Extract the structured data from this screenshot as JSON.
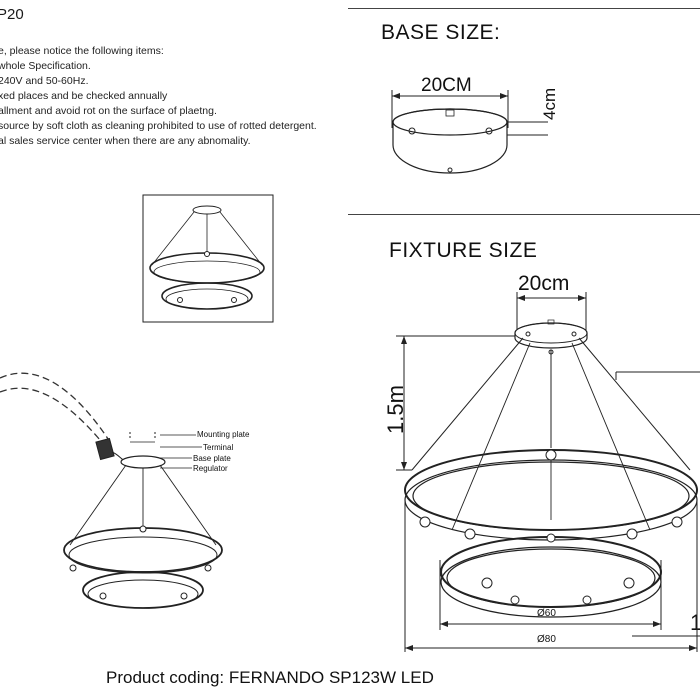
{
  "header": {
    "model_code_fragment": "P20",
    "instructions": [
      "e, please notice the following items:",
      "whole Specification.",
      "240V and 50-60Hz.",
      "xed places and be checked annually",
      "allment and avoid rot on the surface of plaetng.",
      "source by soft cloth as cleaning prohibited to use of rotted detergent.",
      "al sales service center when there are any abnomality."
    ]
  },
  "installation": {
    "labels": [
      "Mounting plate",
      "Terminal",
      "Base plate",
      "Regulator"
    ]
  },
  "base_size": {
    "heading": "BASE SIZE:",
    "width_label": "20CM",
    "height_label": "4cm"
  },
  "fixture_size": {
    "heading": "FIXTURE SIZE",
    "canopy_label": "20cm",
    "cable_label": "1.5m",
    "inner_diameter_label": "Ø60",
    "outer_diameter_label": "Ø80",
    "edge_fragment": "1"
  },
  "footer": {
    "product_coding": "Product coding: FERNANDO SP123W LED"
  }
}
